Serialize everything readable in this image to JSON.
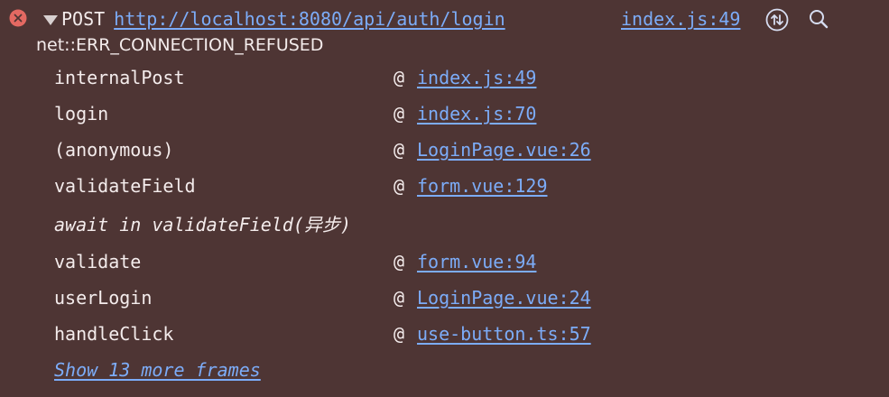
{
  "header": {
    "method": "POST",
    "url": "http://localhost:8080/api/auth/login",
    "source": "index.js:49"
  },
  "error_message": "net::ERR_CONNECTION_REFUSED",
  "frames": [
    {
      "function": "internalPost",
      "at": "@",
      "source": "index.js:49"
    },
    {
      "function": "login",
      "at": "@",
      "source": "index.js:70"
    },
    {
      "function": "(anonymous)",
      "at": "@",
      "source": "LoginPage.vue:26"
    },
    {
      "function": "validateField",
      "at": "@",
      "source": "form.vue:129"
    },
    {
      "function": "validate",
      "at": "@",
      "source": "form.vue:94"
    },
    {
      "function": "userLogin",
      "at": "@",
      "source": "LoginPage.vue:24"
    },
    {
      "function": "handleClick",
      "at": "@",
      "source": "use-button.ts:57"
    }
  ],
  "async_marker": "await in validateField(异步)",
  "show_more": "Show 13 more frames",
  "icons": {
    "error": "error-circle-icon",
    "expand": "triangle-down-icon",
    "network": "network-arrows-icon",
    "search": "search-icon"
  },
  "colors": {
    "background": "#4e3534",
    "text": "#f4ecec",
    "link": "#7cacf8",
    "error_icon": "#e46962"
  }
}
